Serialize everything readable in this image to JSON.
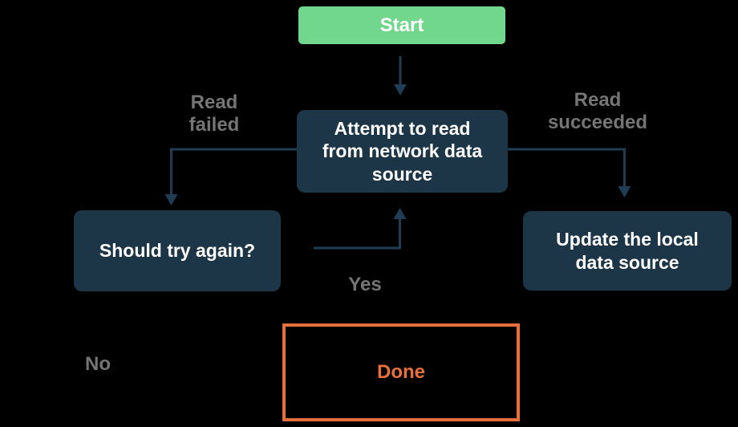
{
  "diagram": {
    "type": "flowchart",
    "nodes": {
      "start": {
        "label": "Start",
        "shape": "rounded-rect",
        "fill": "#70d78c"
      },
      "attempt": {
        "label": "Attempt to read from network data source",
        "shape": "rounded-rect",
        "fill": "#1c3547"
      },
      "should_try": {
        "label": "Should try again?",
        "shape": "rounded-rect",
        "fill": "#1c3547"
      },
      "update": {
        "label": "Update the local data source",
        "shape": "rounded-rect",
        "fill": "#1c3547"
      },
      "done": {
        "label": "Done",
        "shape": "rect-outline",
        "border": "#e6703c"
      }
    },
    "edges": [
      {
        "from": "start",
        "to": "attempt",
        "label": ""
      },
      {
        "from": "attempt",
        "to": "should_try",
        "label": "Read failed"
      },
      {
        "from": "attempt",
        "to": "update",
        "label": "Read succeeded"
      },
      {
        "from": "should_try",
        "to": "attempt",
        "label": "Yes"
      },
      {
        "from": "should_try",
        "to": "done",
        "label": "No"
      }
    ],
    "edge_labels": {
      "read_failed": "Read failed",
      "read_succeeded": "Read succeeded",
      "yes": "Yes",
      "no": "No"
    },
    "colors": {
      "background": "#000000",
      "node_fill": "#1c3547",
      "node_text": "#ffffff",
      "start_fill": "#70d78c",
      "start_text": "#ffffff",
      "edge": "#1f3e55",
      "edge_label_text": "#757575",
      "done_border": "#e6703c",
      "done_text": "#e6703c"
    }
  }
}
